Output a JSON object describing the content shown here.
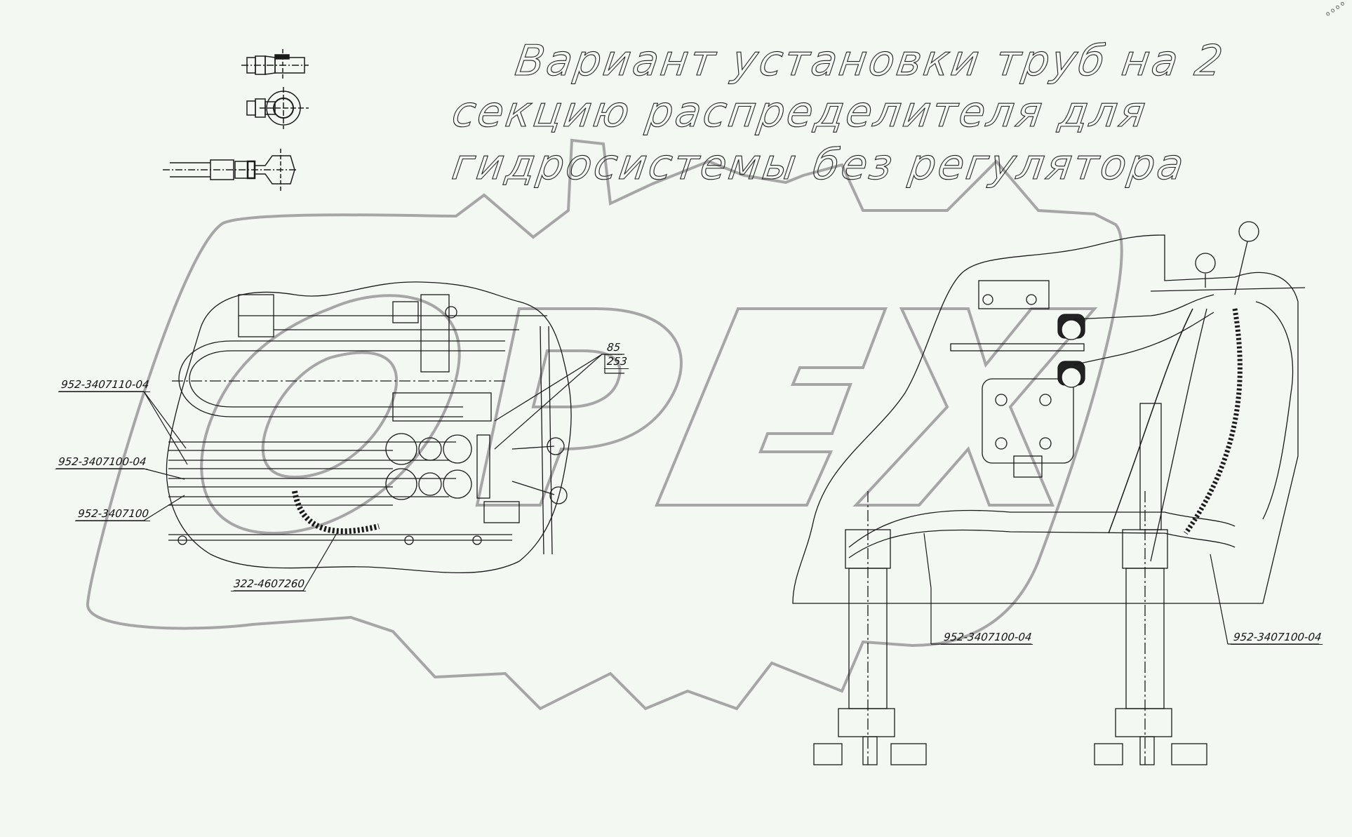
{
  "title": {
    "line1": "Вариант установки труб на 2",
    "line2": "секцию распределителя для",
    "line3": "гидросистемы без регулятора"
  },
  "watermark": {
    "text": "OPEX",
    "shape": "gear-outline",
    "color": "#a0a0a0"
  },
  "detail_views": [
    {
      "name": "fitting-side-view"
    },
    {
      "name": "fitting-top-view"
    },
    {
      "name": "hose-with-banjo-fitting"
    }
  ],
  "left_assembly": {
    "callouts": [
      {
        "id": "c1",
        "label": "952-3407110-04"
      },
      {
        "id": "c2",
        "label": "952-3407100-04"
      },
      {
        "id": "c3",
        "label": "952-3407100"
      },
      {
        "id": "c4",
        "label": "322-4607260"
      },
      {
        "id": "c5",
        "label": "85"
      },
      {
        "id": "c6",
        "label": "253"
      }
    ]
  },
  "right_assembly": {
    "callouts": [
      {
        "id": "r1",
        "label": "952-3407100-04"
      },
      {
        "id": "r2",
        "label": "952-3407100-04"
      }
    ]
  },
  "corner_mark": "o o o o",
  "colors": {
    "background": "#f3f8f3",
    "line": "#1a1a1a",
    "watermark": "#a0a0a0"
  }
}
